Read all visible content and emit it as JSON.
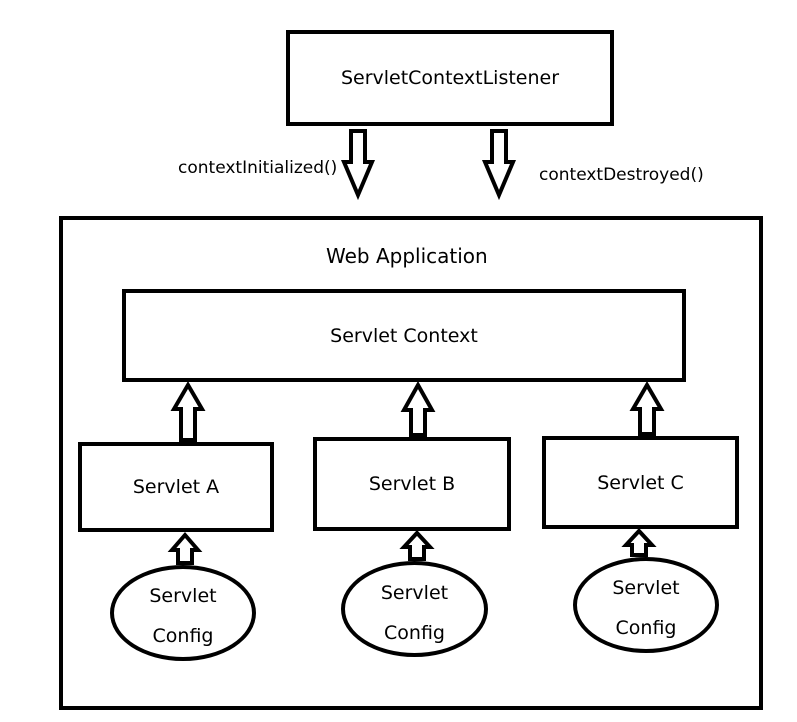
{
  "listener": {
    "label": "ServletContextListener"
  },
  "events": {
    "initialized": "contextInitialized()",
    "destroyed": "contextDestroyed()"
  },
  "web_app": {
    "label": "Web Application"
  },
  "servlet_context": {
    "label": "Servlet Context"
  },
  "servlets": [
    {
      "label": "Servlet A",
      "config_line1": "Servlet",
      "config_line2": "Config"
    },
    {
      "label": "Servlet B",
      "config_line1": "Servlet",
      "config_line2": "Config"
    },
    {
      "label": "Servlet C",
      "config_line1": "Servlet",
      "config_line2": "Config"
    }
  ],
  "colors": {
    "stroke": "#000000",
    "fill": "#ffffff"
  }
}
